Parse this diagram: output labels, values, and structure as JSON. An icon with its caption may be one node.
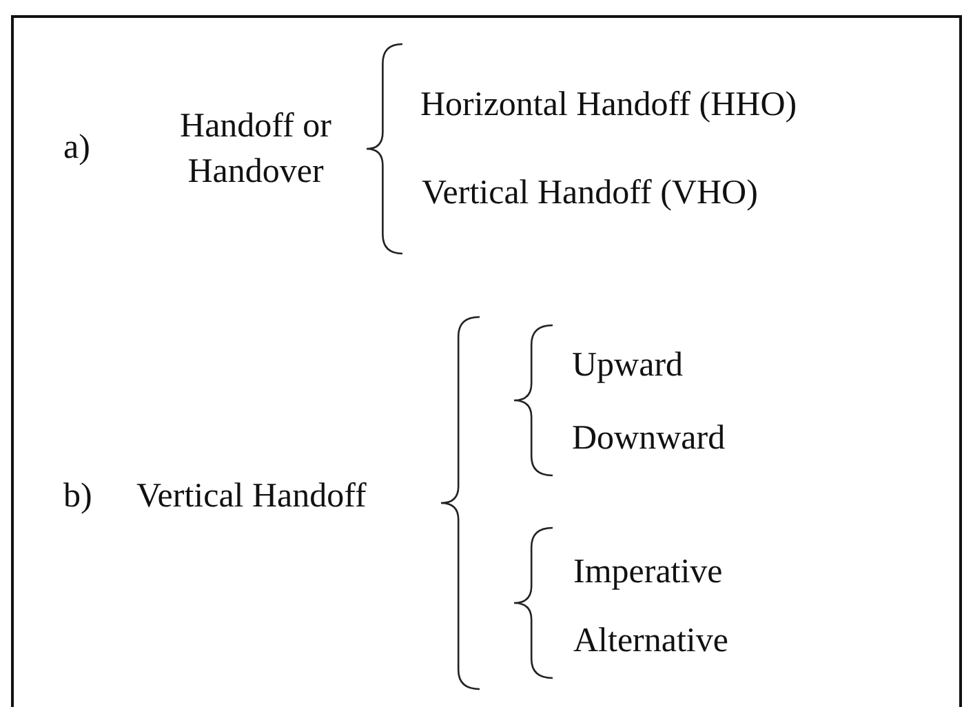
{
  "diagram": {
    "labels": [
      "a)",
      "Handoff or Handover",
      "Horizontal Handoff (HHO)",
      "Vertical Handoff (VHO)",
      "b)",
      "Vertical Handoff",
      "Upward",
      "Downward",
      "Imperative",
      "Alternative"
    ]
  }
}
